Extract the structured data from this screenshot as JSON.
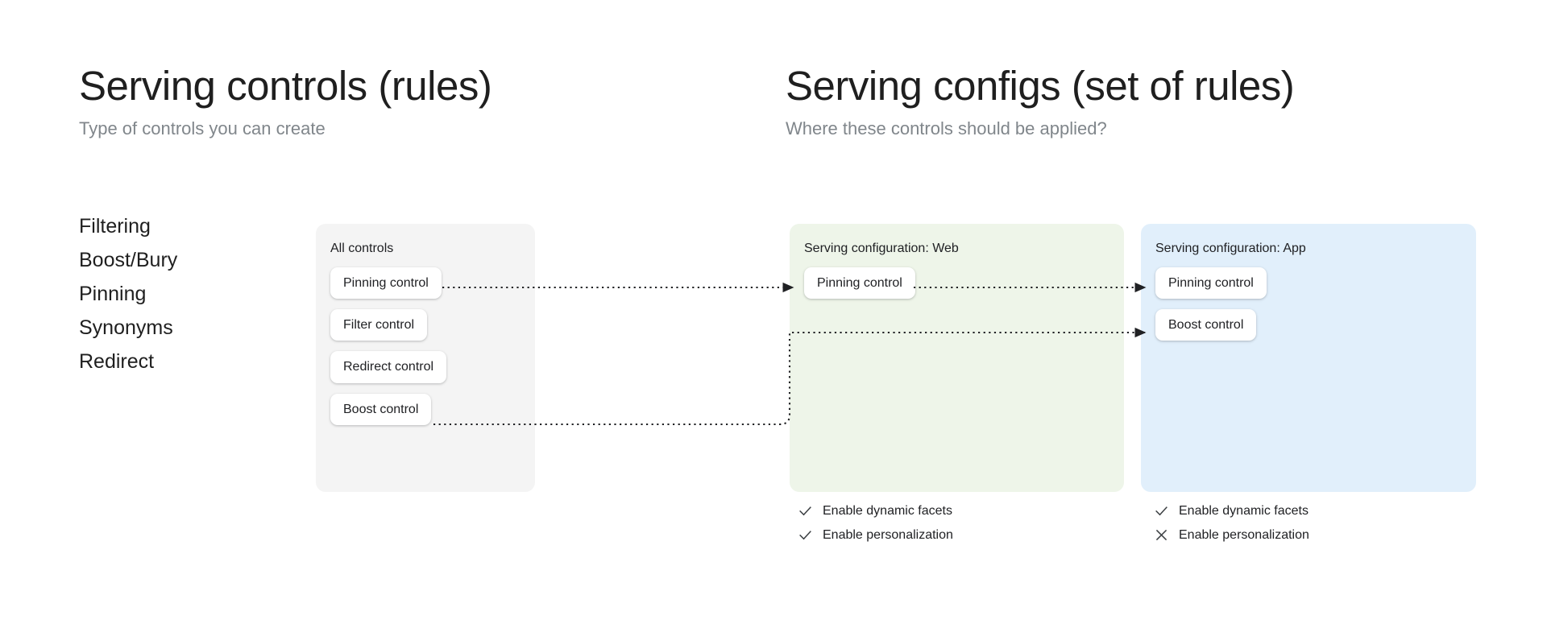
{
  "left": {
    "title": "Serving controls (rules)",
    "subtitle": "Type of controls you can create",
    "control_types": [
      "Filtering",
      "Boost/Bury",
      "Pinning",
      "Synonyms",
      "Redirect"
    ]
  },
  "right": {
    "title": "Serving configs (set of rules)",
    "subtitle": "Where these controls should be applied?"
  },
  "panels": {
    "all_controls": {
      "title": "All controls",
      "background": "#f4f4f4",
      "chips": [
        "Pinning control",
        "Filter control",
        "Redirect control",
        "Boost control"
      ]
    },
    "config_web": {
      "title": "Serving configuration: Web",
      "background": "#eef5e9",
      "chips": [
        "Pinning control"
      ],
      "features": [
        {
          "label": "Enable dynamic facets",
          "state": "check",
          "icon": "check-icon"
        },
        {
          "label": "Enable personalization",
          "state": "check",
          "icon": "check-icon"
        }
      ]
    },
    "config_app": {
      "title": "Serving configuration: App",
      "background": "#e1effb",
      "chips": [
        "Pinning control",
        "Boost control"
      ],
      "features": [
        {
          "label": "Enable dynamic facets",
          "state": "check",
          "icon": "check-icon"
        },
        {
          "label": "Enable personalization",
          "state": "cross",
          "icon": "close-icon"
        }
      ]
    }
  },
  "connectors": {
    "line_color": "#202124",
    "style": "dotted",
    "edges": [
      {
        "from": "all-controls.pinning-control",
        "to": "config-web.pinning-control"
      },
      {
        "from": "config-web.pinning-control",
        "to": "config-app.pinning-control"
      },
      {
        "from": "all-controls.boost-control",
        "to": "config-app.boost-control"
      }
    ]
  }
}
